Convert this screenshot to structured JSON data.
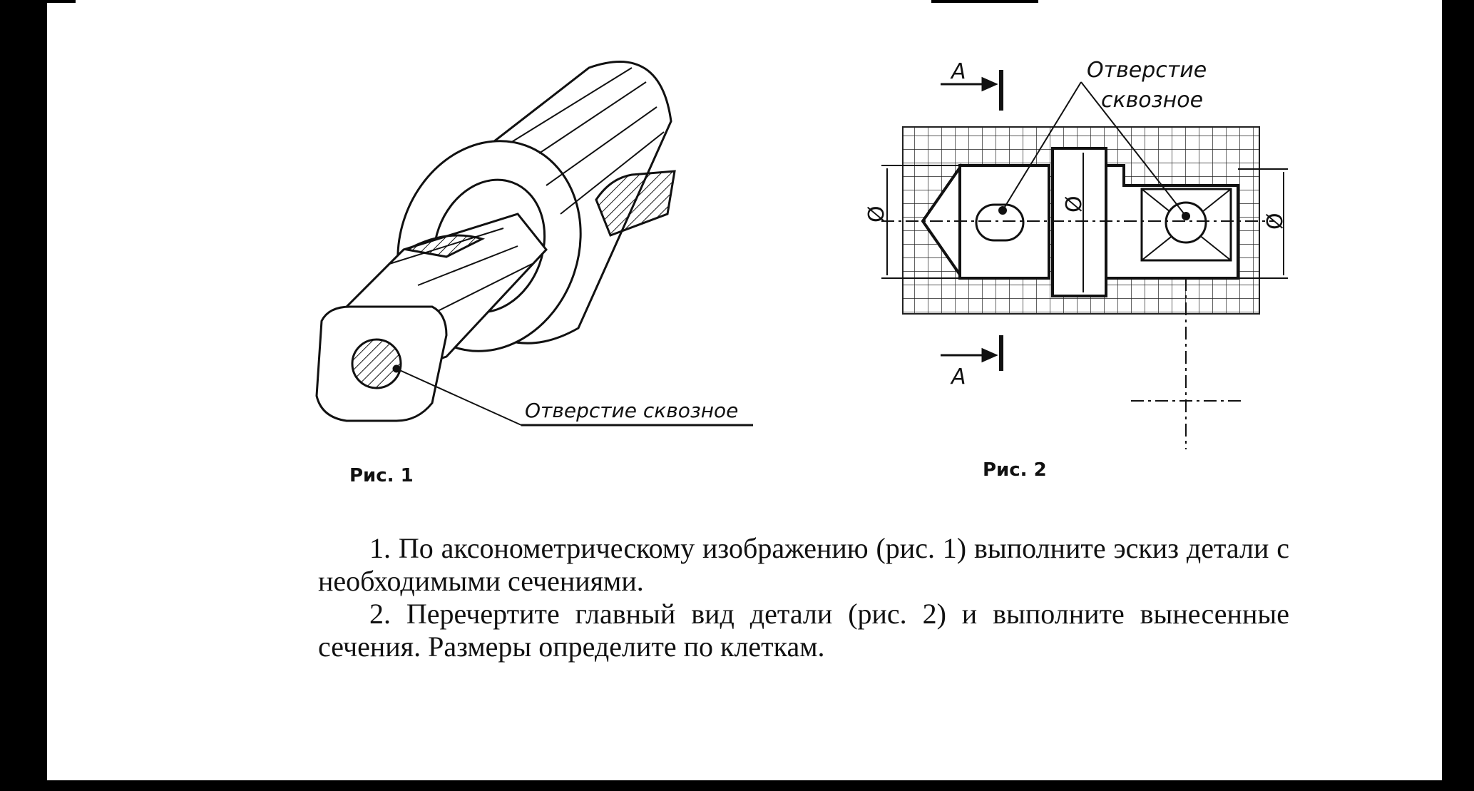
{
  "fig1": {
    "label": "Отверстие сквозное",
    "caption": "Рис. 1"
  },
  "fig2": {
    "label_line1": "Отверстие",
    "label_line2": "сквозное",
    "section_letter": "А",
    "diameter_symbol": "Ø",
    "caption": "Рис. 2"
  },
  "tasks": [
    "1. По аксонометрическому изображению (рис. 1) выполните эскиз детали с необходимыми сечениями.",
    "2. Перечертите главный вид детали (рис. 2) и выполните вынесенные сечения. Размеры определите по клеткам."
  ]
}
